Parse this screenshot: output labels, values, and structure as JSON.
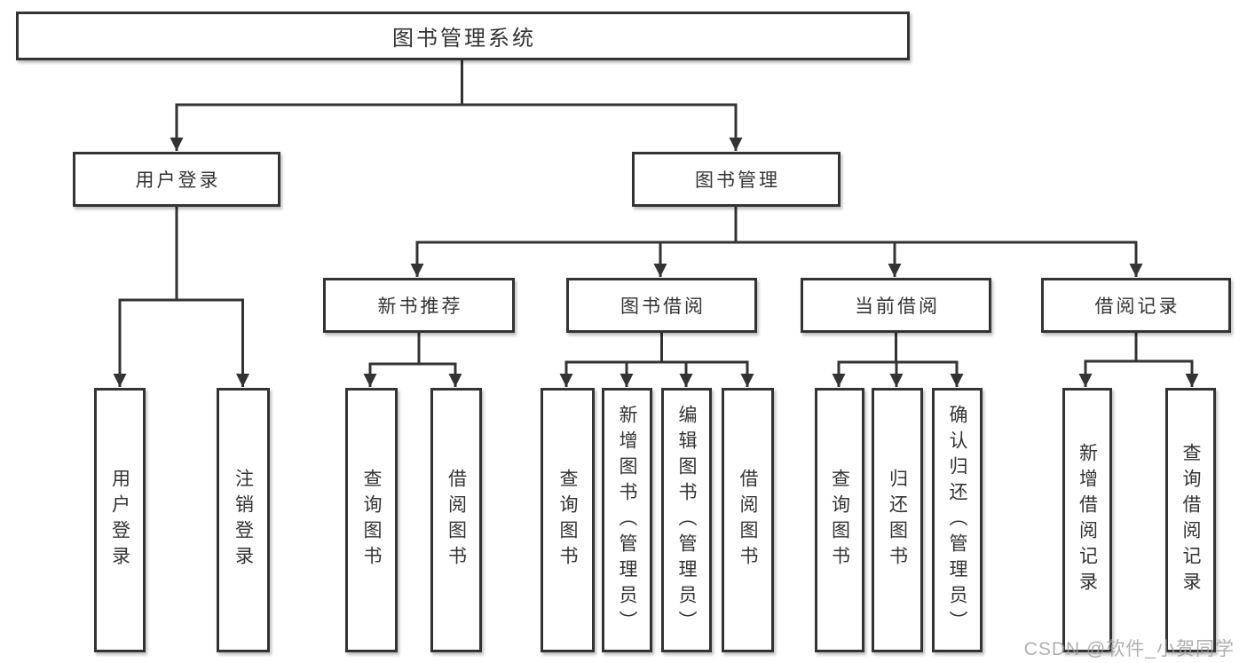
{
  "diagram": {
    "tree": {
      "label": "图书管理系统",
      "children": [
        {
          "label": "用户登录",
          "children": [
            {
              "label": "用户登录"
            },
            {
              "label": "注销登录"
            }
          ]
        },
        {
          "label": "图书管理",
          "children": [
            {
              "label": "新书推荐",
              "children": [
                {
                  "label": "查询图书"
                },
                {
                  "label": "借阅图书"
                }
              ]
            },
            {
              "label": "图书借阅",
              "children": [
                {
                  "label": "查询图书"
                },
                {
                  "label": "新增图书（管理员）"
                },
                {
                  "label": "编辑图书（管理员）"
                },
                {
                  "label": "借阅图书"
                }
              ]
            },
            {
              "label": "当前借阅",
              "children": [
                {
                  "label": "查询图书"
                },
                {
                  "label": "归还图书"
                },
                {
                  "label": "确认归还（管理员）"
                }
              ]
            },
            {
              "label": "借阅记录",
              "children": [
                {
                  "label": "新增借阅记录"
                },
                {
                  "label": "查询借阅记录"
                }
              ]
            }
          ]
        }
      ]
    },
    "colors": {
      "line": "#333333",
      "box_border": "#333333",
      "box_fill": "#ffffff",
      "background": "#ffffff",
      "watermark": "#9e9e9e"
    }
  },
  "watermark": {
    "text": "CSDN @软件_小贺同学"
  }
}
